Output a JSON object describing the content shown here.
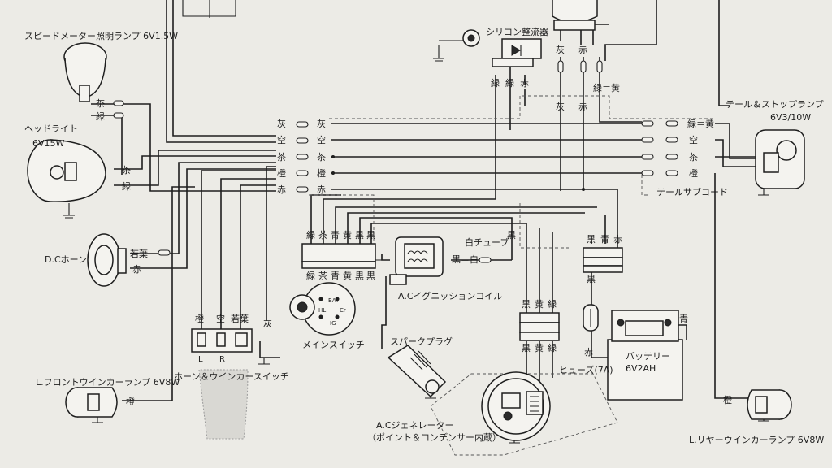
{
  "labels": {
    "speedo_lamp": "スピードメーター照明ランプ 6V1.5W",
    "headlight": "ヘッドライト",
    "headlight_spec": "6V15W",
    "dc_horn": "D.Cホーン",
    "front_winker": "L.フロントウインカーランプ 6V8W",
    "horn_winker_switch": "ホーン＆ウインカースイッチ",
    "main_switch": "メインスイッチ",
    "ac_ignition_coil": "A.Cイグニッションコイル",
    "spark_plug": "スパークプラグ",
    "ac_generator": "A.Cジェネレーター",
    "ac_generator_note": "（ポイント＆コンデンサー内蔵）",
    "silicon_rectifier": "シリコン整流器",
    "white_tube": "白チューブ",
    "fuse": "ヒューズ(7A)",
    "battery": "バッテリー",
    "battery_spec": "6V2AH",
    "tail_stop_lamp": "テール＆ストップランプ",
    "tail_stop_spec": "6V3/10W",
    "tail_sub_cord": "テールサブコード",
    "rear_winker": "L.リヤーウインカーランプ 6V8W"
  },
  "switch_terminals": {
    "l": "L",
    "r": "R"
  },
  "main_switch_terminals": {
    "bat": "BAT",
    "hl": "HL",
    "cr": "Cr",
    "ig": "IG"
  },
  "wire_colors": {
    "speedo_brown": "茶",
    "speedo_green": "緑",
    "head_brown": "茶",
    "head_green": "緑",
    "horn_lightgreen": "若葉",
    "horn_red": "赤",
    "front_winker_orange": "橙",
    "sw_orange": "橙",
    "sw_sky": "空",
    "sw_lightgreen": "若葉",
    "sw_gray": "灰",
    "harness_left": [
      "灰",
      "空",
      "茶",
      "橙",
      "赤"
    ],
    "harness_mid": [
      "灰",
      "空",
      "茶",
      "橙",
      "赤"
    ],
    "harness_right": [
      "緑＝黄",
      "空",
      "茶",
      "橙"
    ],
    "mainsw_top": [
      "緑",
      "茶",
      "青",
      "黄",
      "黒",
      "黒"
    ],
    "mainsw_bottom": [
      "緑",
      "茶",
      "青",
      "黄",
      "黒",
      "黒"
    ],
    "rectifier": [
      "緑",
      "緑",
      "赤"
    ],
    "speedo_connector": [
      "灰",
      "赤",
      "緑＝黄"
    ],
    "upper_mid": [
      "灰",
      "赤"
    ],
    "coil_black": "黒",
    "coil_black_white": "黒＝白",
    "generator_conn_top": [
      "黒",
      "黄",
      "緑"
    ],
    "generator_conn_bottom": [
      "黒",
      "黄",
      "緑"
    ],
    "right_conn_top": [
      "黒",
      "青",
      "赤"
    ],
    "right_conn_black": "黒",
    "fuse_red": "赤",
    "battery_blue": "青",
    "rear_winker_orange": "橙"
  }
}
